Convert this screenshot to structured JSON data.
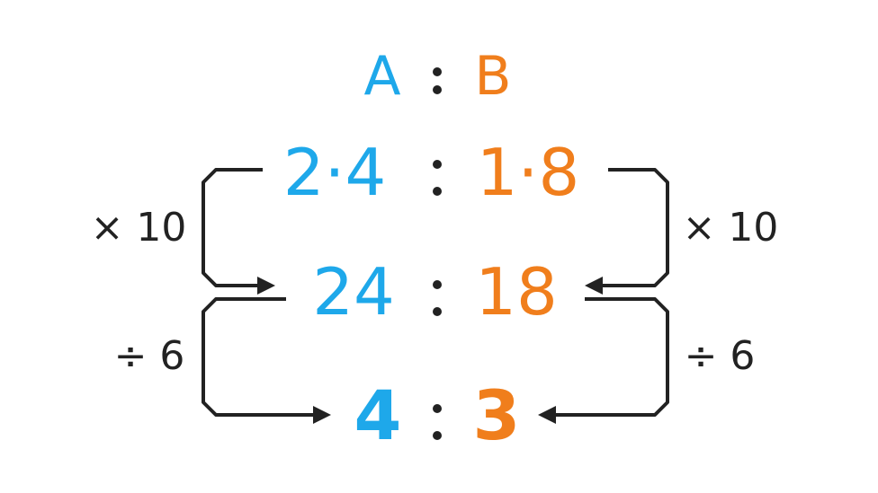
{
  "header": {
    "a": "A",
    "b": "B"
  },
  "rows": [
    {
      "left": "2·4",
      "right": "1·8"
    },
    {
      "left": "24",
      "right": "18"
    },
    {
      "left": "4",
      "right": "3"
    }
  ],
  "operations": {
    "step1_left": "× 10",
    "step1_right": "× 10",
    "step2_left": "÷ 6",
    "step2_right": "÷ 6"
  },
  "colors": {
    "a": "#1ea8ea",
    "b": "#f07e1c",
    "ink": "#222222"
  }
}
